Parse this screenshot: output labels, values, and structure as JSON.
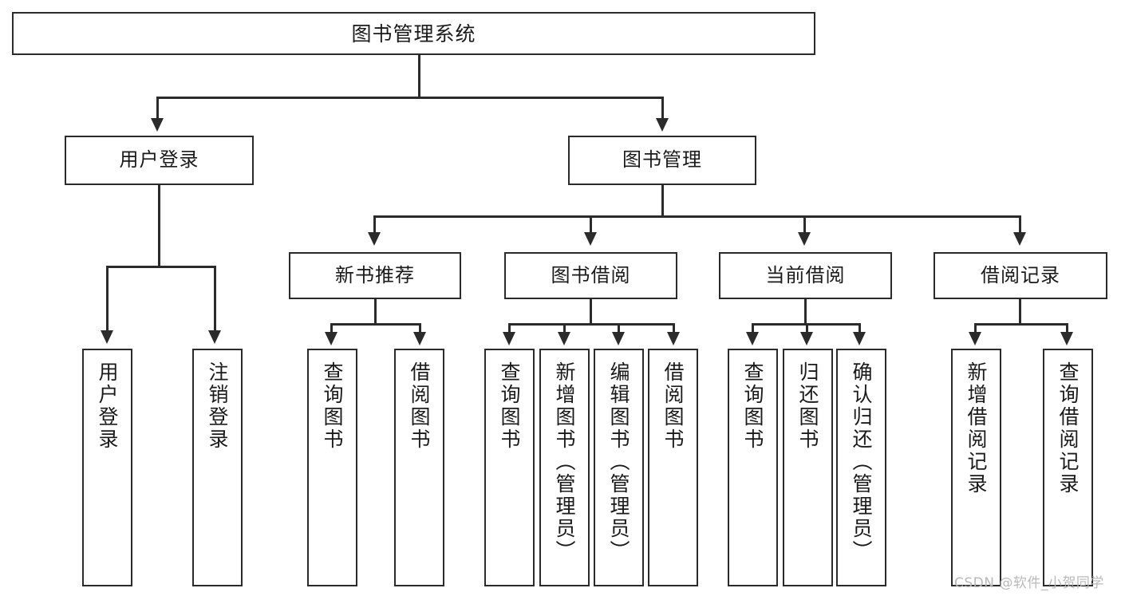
{
  "diagram": {
    "type": "tree-hierarchy",
    "title": "图书管理系统",
    "watermark": "CSDN @软件_小贺同学",
    "colors": {
      "stroke": "#2b2b2b",
      "fill": "#ffffff",
      "text": "#1a1a1a",
      "watermark": "#b9b9b9"
    },
    "nodes": {
      "root": {
        "label": "图书管理系统"
      },
      "level2": [
        {
          "label": "用户登录"
        },
        {
          "label": "图书管理"
        }
      ],
      "level3": [
        {
          "label": "新书推荐"
        },
        {
          "label": "图书借阅"
        },
        {
          "label": "当前借阅"
        },
        {
          "label": "借阅记录"
        }
      ],
      "leaves": {
        "user_login": [
          {
            "label": "用户登录"
          },
          {
            "label": "注销登录"
          }
        ],
        "new_book": [
          {
            "label": "查询图书"
          },
          {
            "label": "借阅图书"
          }
        ],
        "book_borrow": [
          {
            "label": "查询图书"
          },
          {
            "label": "新增图书（管理员）"
          },
          {
            "label": "编辑图书（管理员）"
          },
          {
            "label": "借阅图书"
          }
        ],
        "current_borrow": [
          {
            "label": "查询图书"
          },
          {
            "label": "归还图书"
          },
          {
            "label": "确认归还（管理员）"
          }
        ],
        "borrow_record": [
          {
            "label": "新增借阅记录"
          },
          {
            "label": "查询借阅记录"
          }
        ]
      }
    }
  }
}
